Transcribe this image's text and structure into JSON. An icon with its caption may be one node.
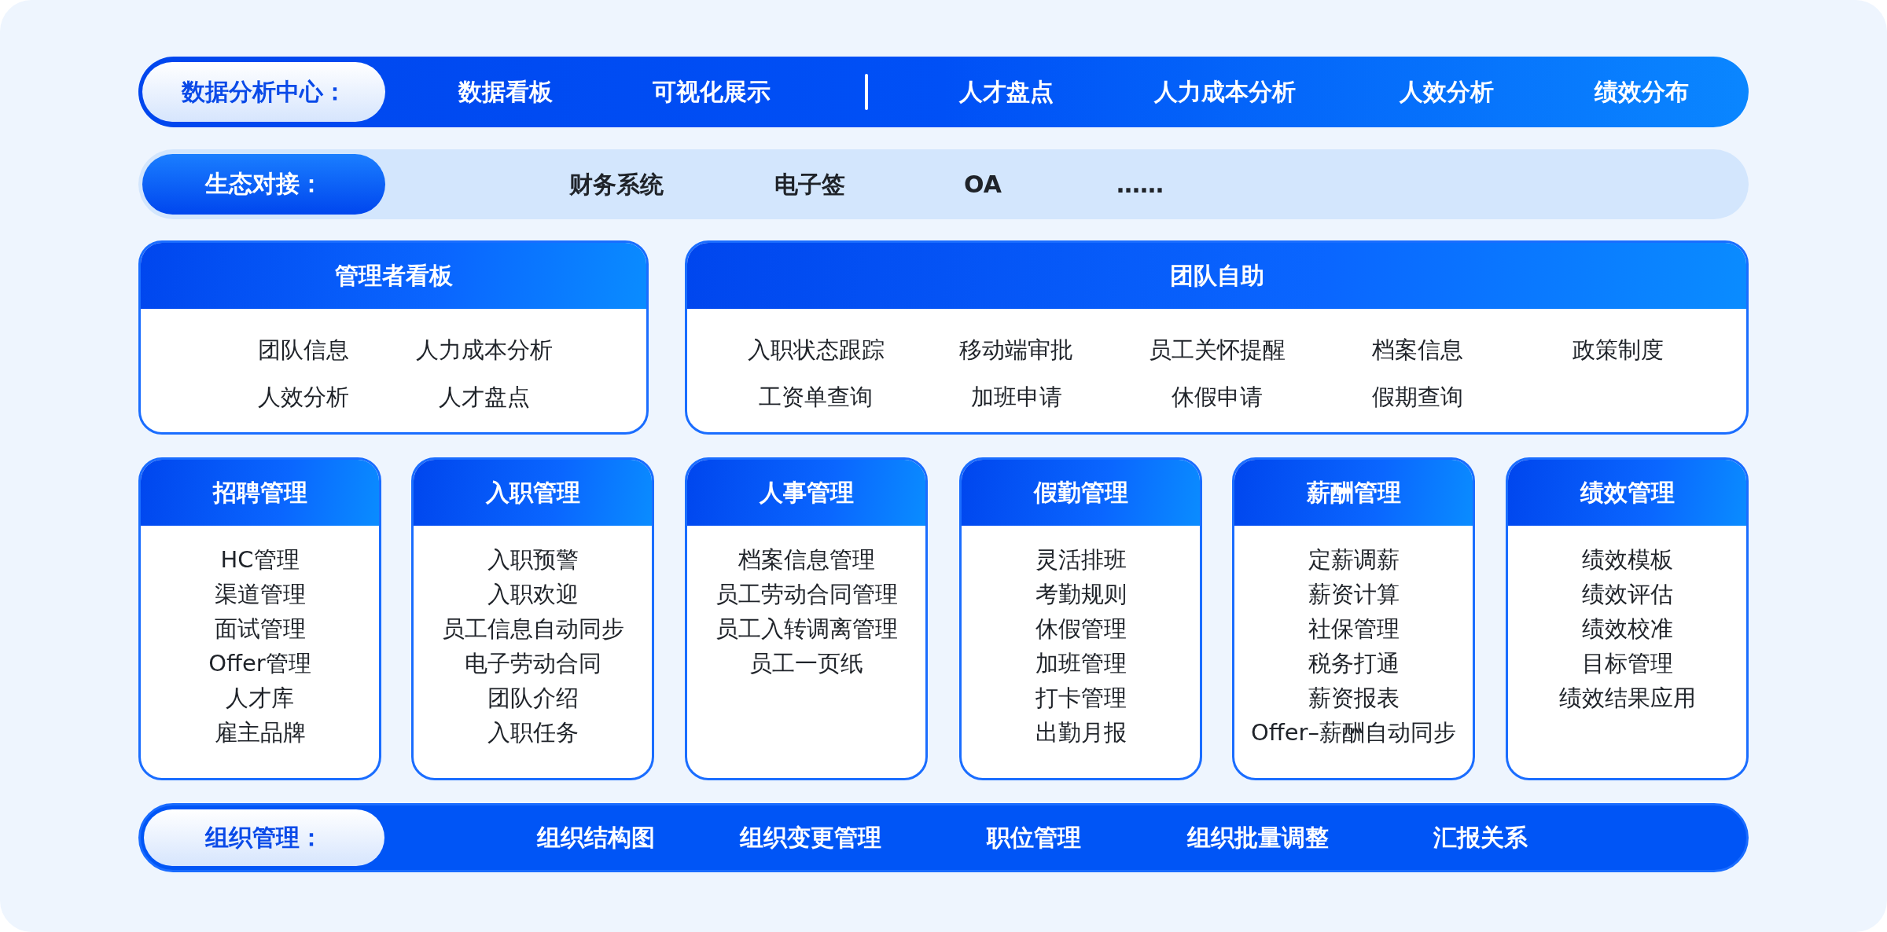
{
  "diagram": {
    "nodes": [
      {
        "text": [
          "数据看板",
          "可视化展示",
          "人才盘点",
          "人力成本分析",
          "人效分析",
          "绩效分布"
        ]
      },
      {
        "text": [
          "数据分析中心："
        ],
        "in": 0
      },
      {
        "text": [
          "财务系统",
          "电子签",
          "OA",
          "……"
        ]
      },
      {
        "text": [
          "生态对接："
        ],
        "in": 2
      },
      {
        "text": [
          "管理者看板",
          "团队信息",
          "人力成本分析",
          "人效分析",
          "人才盘点"
        ]
      },
      {
        "text": [
          "团队自助",
          "入职状态跟踪",
          "移动端审批",
          "员工关怀提醒",
          "档案信息",
          "政策制度",
          "工资单查询",
          "加班申请",
          "休假申请",
          "假期查询"
        ]
      },
      {
        "text": [
          "招聘管理",
          "HC管理",
          "渠道管理",
          "面试管理",
          "Offer管理",
          "人才库",
          "雇主品牌"
        ]
      },
      {
        "text": [
          "入职管理",
          "入职预警",
          "入职欢迎",
          "员工信息自动同步",
          "电子劳动合同",
          "团队介绍",
          "入职任务"
        ]
      },
      {
        "text": [
          "人事管理",
          "档案信息管理",
          "员工劳动合同管理",
          "员工入转调离管理",
          "员工一页纸"
        ]
      },
      {
        "text": [
          "假勤管理",
          "灵活排班",
          "考勤规则",
          "休假管理",
          "加班管理",
          "打卡管理",
          "出勤月报"
        ]
      },
      {
        "text": [
          "薪酬管理",
          "定薪调薪",
          "薪资计算",
          "社保管理",
          "税务打通",
          "薪资报表",
          "Offer–薪酬自动同步"
        ]
      },
      {
        "text": [
          "绩效管理",
          "绩效模板",
          "绩效评估",
          "绩效校准",
          "目标管理",
          "绩效结果应用"
        ]
      },
      {
        "text": [
          "组织结构图",
          "组织变更管理",
          "职位管理",
          "组织批量调整",
          "汇报关系"
        ]
      },
      {
        "text": [
          "组织管理："
        ],
        "in": 12
      }
    ]
  }
}
